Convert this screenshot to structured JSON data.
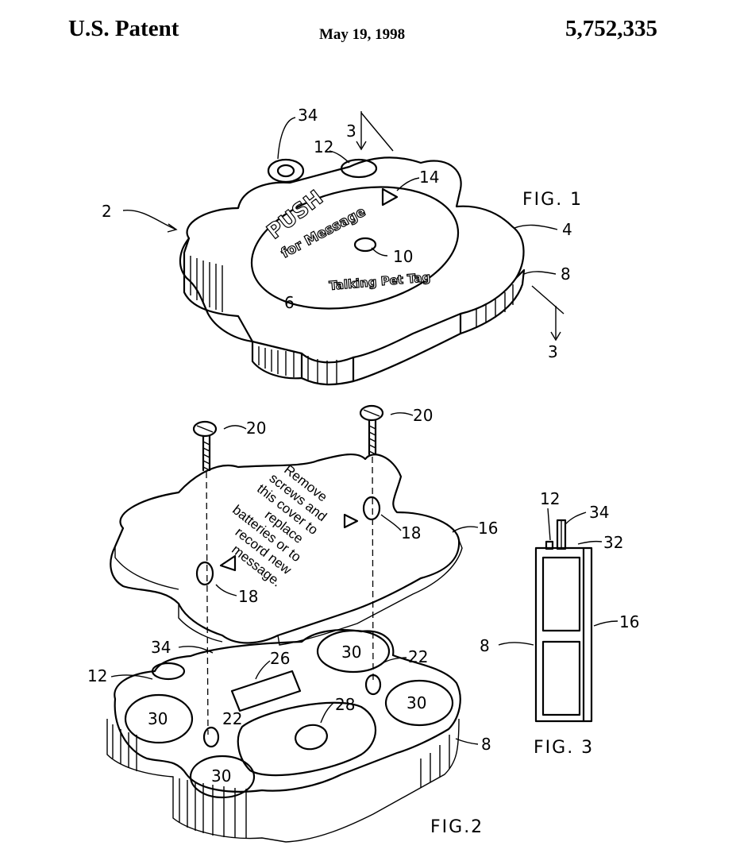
{
  "header": {
    "left": "U.S. Patent",
    "date": "May 19, 1998",
    "patent_number": "5,752,335"
  },
  "figures": {
    "fig1": "FIG. 1",
    "fig2": "FIG.2",
    "fig3": "FIG. 3"
  },
  "fig1_text": {
    "push": "PUSH",
    "for_message": "for Message",
    "brand": "Talking Pet Tag"
  },
  "fig2_cover_text": [
    "Remove",
    "screws and",
    "this cover to",
    "replace",
    "batteries or to",
    "record new",
    "message."
  ],
  "refs": {
    "r2": "2",
    "r3a": "3",
    "r3b": "3",
    "r4": "4",
    "r6": "6",
    "r8a": "8",
    "r10": "10",
    "r12a": "12",
    "r14": "14",
    "r34a": "34",
    "r20a": "20",
    "r20b": "20",
    "r18a": "18",
    "r18b": "18",
    "r16a": "16",
    "r34b": "34",
    "r12b": "12",
    "r26": "26",
    "r22a": "22",
    "r22b": "22",
    "r28": "28",
    "r30a": "30",
    "r30b": "30",
    "r30c": "30",
    "r30d": "30",
    "r8b": "8",
    "r12c": "12",
    "r34c": "34",
    "r32": "32",
    "r16b": "16",
    "r8c": "8"
  }
}
